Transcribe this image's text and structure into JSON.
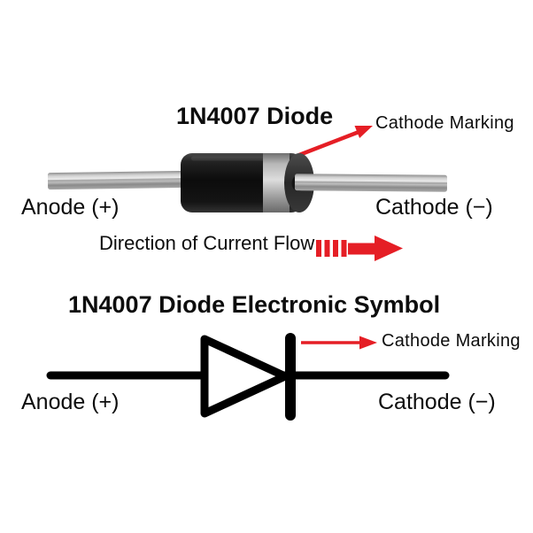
{
  "colors": {
    "accent_red": "#e51e25",
    "text": "#0d0d0d",
    "diode_body": "#111111",
    "cathode_band_silver": "#c9c9c9",
    "lead_silver": "#c2c2c2"
  },
  "top_diagram": {
    "title": "1N4007 Diode",
    "cathode_marking_label": "Cathode Marking",
    "anode_label": "Anode (+)",
    "cathode_label": "Cathode (−)",
    "flow_label": "Direction of Current Flow"
  },
  "bottom_diagram": {
    "title": "1N4007 Diode Electronic Symbol",
    "cathode_marking_label": "Cathode Marking",
    "anode_label": "Anode (+)",
    "cathode_label": "Cathode (−)"
  }
}
